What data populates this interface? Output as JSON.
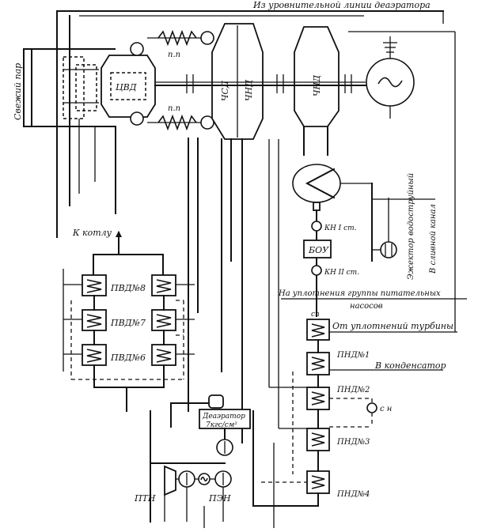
{
  "labels": {
    "top_line": "Из уровнительной линии деаэратора",
    "live_steam": "Свежий пар",
    "hp_cylinder": "ЦВД",
    "ip_cylinder": "ЧСД",
    "lp_cylinder_1": "ЧНД",
    "lp_cylinder_2": "ЧНД",
    "reheater_upper": "п.п",
    "reheater_lower": "п.п",
    "to_boiler": "К котлу",
    "hp_heater_8": "ПВД№8",
    "hp_heater_7": "ПВД№7",
    "hp_heater_6": "ПВД№6",
    "condensate_pump_1": "КН I ст.",
    "condensate_pump_2": "КН II ст.",
    "bou": "БОУ",
    "ejector_line1": "Эжектор водоструйный",
    "ejector_line2": "В сливной канал",
    "seals_pumps_line1": "На уплотнения группы питательных",
    "seals_pumps_line2": "насосов",
    "seals_turbine": "От уплотнений турбины",
    "to_condenser": "В конденсатор",
    "ep": "сп",
    "lp_heater_1": "ПНД№1",
    "lp_heater_2": "ПНД№2",
    "lp_heater_3": "ПНД№3",
    "lp_heater_4": "ПНД№4",
    "drain_pump": "с н",
    "deaerator_line1": "Деаэратор",
    "deaerator_line2": "7кгс/см²",
    "feed_turbine": "ПТН",
    "electric_feed_pump": "ПЭН"
  },
  "icons": [
    "generator-icon",
    "condenser-icon",
    "pump-icon",
    "heater-icon",
    "turbine-icon"
  ]
}
